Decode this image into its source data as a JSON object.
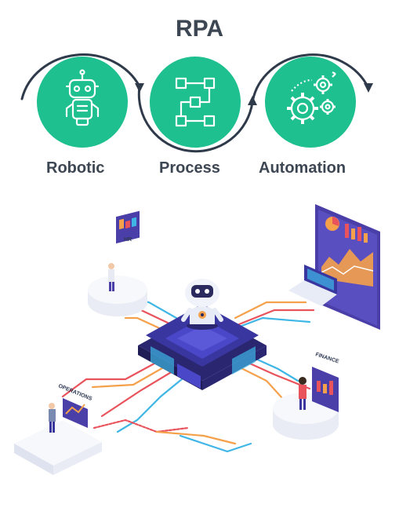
{
  "title": "RPA",
  "steps": [
    {
      "label": "Robotic",
      "icon": "robot-icon"
    },
    {
      "label": "Process",
      "icon": "flowchart-icon"
    },
    {
      "label": "Automation",
      "icon": "gears-icon"
    }
  ],
  "departments": {
    "hr": "HR",
    "finance": "FINANCE",
    "operations": "OPERATIONS"
  },
  "colors": {
    "accent": "#1dc08e",
    "text": "#3d4653",
    "arrow": "#2f3a4a",
    "purple": "#4a3fa8",
    "orange": "#f5a04a",
    "red": "#e9535c",
    "blue": "#3fb6e6"
  }
}
